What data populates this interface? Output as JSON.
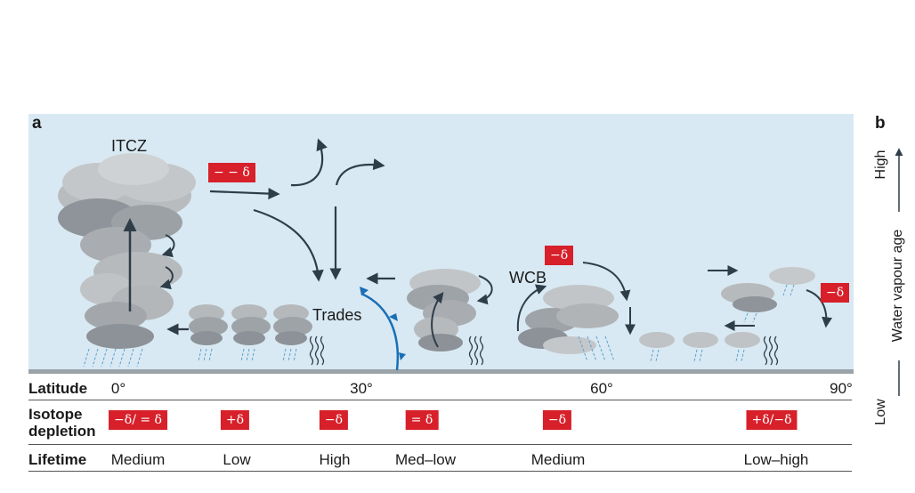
{
  "panel_a": "a",
  "panel_b": "b",
  "labels": {
    "itcz": "ITCZ",
    "trades": "Trades",
    "wcb": "WCB"
  },
  "badges_scene": {
    "itcz": "− − δ",
    "wcb": "−δ",
    "polar": "−δ"
  },
  "latitude": {
    "label": "Latitude",
    "ticks": [
      "0°",
      "30°",
      "60°",
      "90°"
    ]
  },
  "isotope": {
    "label_line1": "Isotope",
    "label_line2": "depletion",
    "values": [
      "−δ/ = δ",
      "+δ",
      "−δ",
      "= δ",
      "−δ",
      "+δ/−δ"
    ]
  },
  "lifetime": {
    "label": "Lifetime",
    "values": [
      "Medium",
      "Low",
      "High",
      "Med–low",
      "Medium",
      "Low–high"
    ]
  },
  "axis_b": {
    "high": "High",
    "title": "Water vapour age",
    "low": "Low"
  },
  "colors": {
    "sky": "#d8e9f3",
    "arrow": "#2f3d48",
    "front": "#1a6fb5",
    "badge": "#d7202a"
  }
}
